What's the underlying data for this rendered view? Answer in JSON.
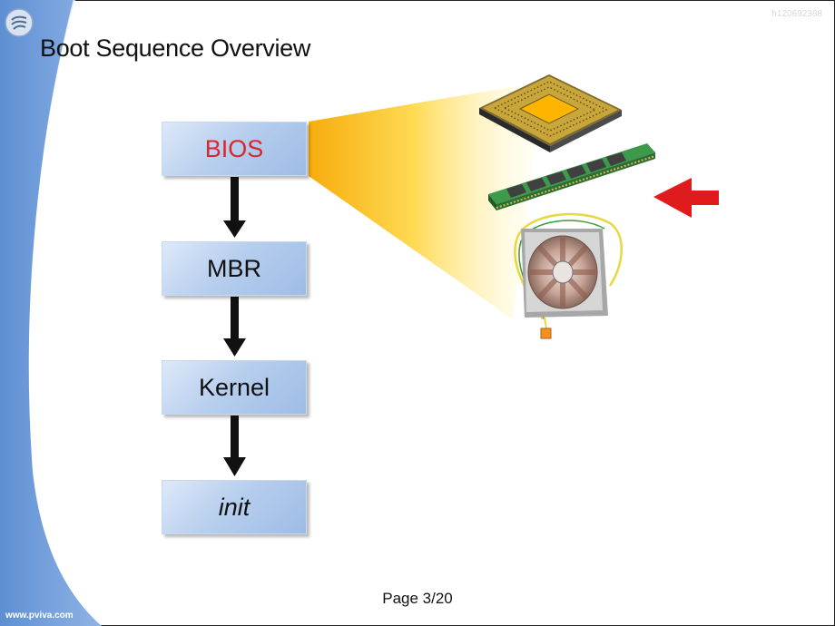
{
  "slide": {
    "title": "Boot Sequence Overview",
    "watermark": "h120692388",
    "page_number": "Page 3/20",
    "brand": "www.pviva.com"
  },
  "flow": {
    "steps": [
      {
        "label": "BIOS",
        "highlight": true
      },
      {
        "label": "MBR"
      },
      {
        "label": "Kernel"
      },
      {
        "label": "init",
        "italic": true
      }
    ]
  },
  "icons": [
    "cpu-chip-icon",
    "ram-module-icon",
    "hard-disk-icon",
    "red-arrow-icon",
    "flow-arrow-icon"
  ],
  "colors": {
    "highlight_text": "#d8272d",
    "box_fill": "#b8cfee",
    "side_band": "#6f9ad8",
    "beam": "#f7b40f",
    "red_arrow": "#e01b1b"
  }
}
